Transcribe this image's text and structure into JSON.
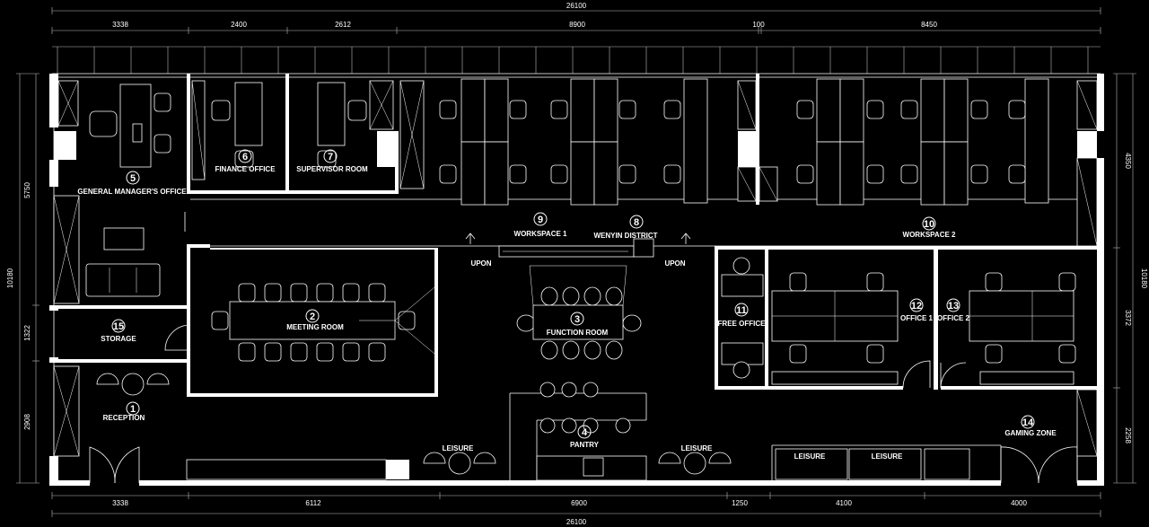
{
  "dimensions": {
    "top_total": "26100",
    "top": [
      "3338",
      "2400",
      "2612",
      "8900",
      "100",
      "8450"
    ],
    "bottom": [
      "3338",
      "6112",
      "6900",
      "1250",
      "4100",
      "4000"
    ],
    "bottom_total": "26100",
    "left_total": "10180",
    "left": [
      "5750",
      "1322",
      "2908"
    ],
    "right_total": "10180",
    "right": [
      "4350",
      "3372",
      "2258"
    ]
  },
  "rooms": [
    {
      "number": "1",
      "name": "RECEPTION"
    },
    {
      "number": "2",
      "name": "MEETING ROOM"
    },
    {
      "number": "3",
      "name": "FUNCTION ROOM"
    },
    {
      "number": "4",
      "name": "PANTRY"
    },
    {
      "number": "5",
      "name": "GENERAL MANAGER'S OFFICE"
    },
    {
      "number": "6",
      "name": "FINANCE OFFICE"
    },
    {
      "number": "7",
      "name": "SUPERVISOR ROOM"
    },
    {
      "number": "8",
      "name": "WENYIN DISTRICT"
    },
    {
      "number": "9",
      "name": "WORKSPACE 1"
    },
    {
      "number": "10",
      "name": "WORKSPACE 2"
    },
    {
      "number": "11",
      "name": "FREE OFFICE"
    },
    {
      "number": "12",
      "name": "OFFICE 1"
    },
    {
      "number": "13",
      "name": "OFFICE 2"
    },
    {
      "number": "14",
      "name": "GAMING ZONE"
    },
    {
      "number": "15",
      "name": "STORAGE"
    }
  ],
  "annotations": {
    "upon_left": "UPON",
    "upon_right": "UPON",
    "leisure_1": "LEISURE",
    "leisure_2": "LEISURE",
    "leisure_3": "LEISURE",
    "leisure_4": "LEISURE"
  }
}
